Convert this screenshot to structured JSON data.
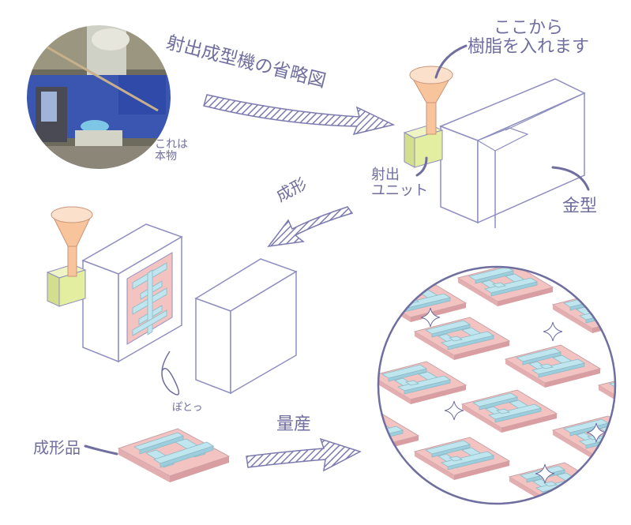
{
  "labels": {
    "title": "射出成型機の省略図",
    "photo_caption": "これは\n本物",
    "resin_note": "ここから\n樹脂を入れます",
    "injection_unit": "射出\nユニット",
    "mold": "金型",
    "molding": "成形",
    "molded_product": "成形品",
    "pop_sound": "ぽとっ",
    "mass_production": "量産"
  },
  "colors": {
    "ink": "#6f6e9e",
    "mold_fill": "#ffffff",
    "mold_stroke": "#8f8ec0",
    "funnel": "#f7c49b",
    "injection_unit": "#e3eea1",
    "product_pink": "#f2c3c1",
    "product_cyan": "#bfe6ee",
    "arrow_hatch": "#7c7bb0"
  },
  "icons": [
    "photo-of-real-machine",
    "hopper-funnel-icon",
    "sparkle-icon"
  ]
}
